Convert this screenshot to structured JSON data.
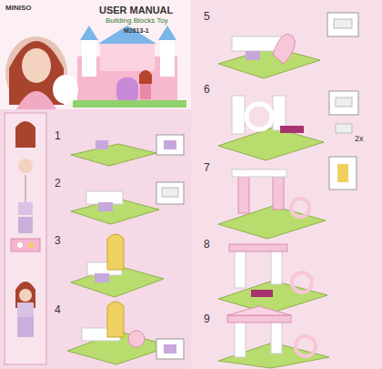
{
  "diagram": {
    "title": "USER MANUAL",
    "labels": [
      "MINISO",
      "Building Blocks Toy",
      "M2613-1",
      "1",
      "2",
      "3",
      "4",
      "5",
      "6",
      "7",
      "8",
      "9",
      "2x"
    ]
  }
}
